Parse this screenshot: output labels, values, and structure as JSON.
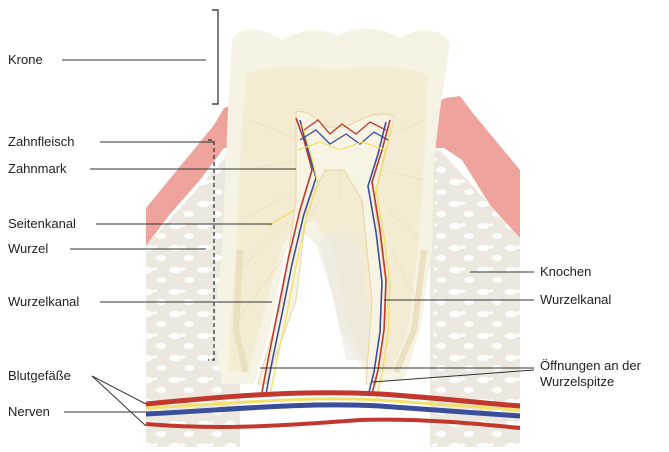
{
  "labels": {
    "krone": "Krone",
    "zahnfleisch": "Zahnfleisch",
    "zahnmark": "Zahnmark",
    "seitenkanal": "Seitenkanal",
    "wurzel": "Wurzel",
    "wurzelkanal_left": "Wurzelkanal",
    "blutgefaesse": "Blutgefäße",
    "nerven": "Nerven",
    "knochen": "Knochen",
    "wurzelkanal_right": "Wurzelkanal",
    "oeffnungen_line1": "Öffnungen an der",
    "oeffnungen_line2": "Wurzelspitze"
  },
  "colors": {
    "gum": "#eea49c",
    "bone": "#ece8df",
    "bone_pores": "#ffffff",
    "enamel": "#f6f2e4",
    "dentin": "#f3ecd2",
    "pulp": "#f8f4e4",
    "blood_vessel_red": "#c2372e",
    "blood_vessel_blue": "#3b4e9a",
    "nerve_yellow": "#f1e06a",
    "leader_line": "#333333"
  }
}
